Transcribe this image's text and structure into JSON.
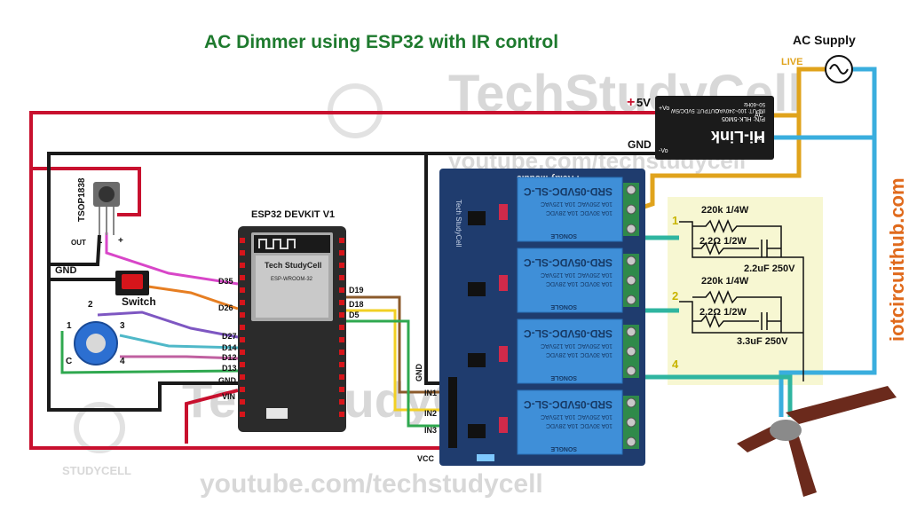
{
  "title": "AC Dimmer using ESP32 with IR control",
  "ac_supply": "AC Supply",
  "live_label": "LIVE",
  "plus5v_plus": "+",
  "plus5v_label": "5V",
  "gnd_top": "GND",
  "gnd_left": "GND",
  "gnd_relay": "GND",
  "tsop_label": "TSOP1838",
  "tsop_out": "OUT",
  "tsop_minus": "-",
  "tsop_plus": "+",
  "switch_label": "Switch",
  "esp_label": "ESP32 DEVKIT V1",
  "esp_chip_brand": "Tech StudyCell",
  "esp_chip_model": "ESP-WROOM-32",
  "pins_left": [
    "D35",
    "D26",
    "D27",
    "D14",
    "D12",
    "D13",
    "GND",
    "VIN"
  ],
  "pins_right": [
    "D19",
    "D18",
    "D5"
  ],
  "rotary_pins": [
    "1",
    "2",
    "3",
    "4",
    "C"
  ],
  "relay_inputs": [
    "IN1",
    "IN2",
    "IN3"
  ],
  "vcc_label": "VCC",
  "relay_module_label": "4 Relay Module",
  "relay_brand": "Tech StudyCell",
  "relay_part": "SRD-05VDC-SL-C",
  "relay_specs": [
    "10A 250VAC 10A 125VAC",
    "10A 30VDC 10A 28VDC"
  ],
  "relay_maker": "SONGLE",
  "hilink": {
    "logo": "Hi-Link",
    "model": "P/N: HLK-5M05",
    "input": "INPUT: 100~240VAC",
    "freq": "50~60Hz",
    "output": "OUTPUT: 5VDC/5W",
    "ac1": "AC",
    "ac2": "AC",
    "vo_plus": "+Vo",
    "vo_minus": "-Vo"
  },
  "capacitor_box": {
    "n1": "1",
    "n2": "2",
    "n4": "4",
    "r1_top": "220k 1/4W",
    "r1_bot": "2.2Ω 1/2W",
    "c1": "2.2uF 250V",
    "r2_top": "220k 1/4W",
    "r2_bot": "2.2Ω 1/2W",
    "c2": "3.3uF 250V"
  },
  "watermark_main": "TechStudyCell",
  "watermark_url": "youtube.com/techstudycell",
  "watermark_logo_text": "STUDYCELL",
  "side_url": "iotcircuithub.com",
  "colors": {
    "title": "#1e7a2e",
    "red_wire": "#c8102e",
    "black_wire": "#1a1a1a",
    "live_wire": "#e0a31c",
    "neutral_wire": "#3aaede",
    "relay_blue": "#3f8fd8",
    "relay_board": "#1f3c6e",
    "cap_box": "#f7f7d2",
    "side_url": "#e06a1c"
  }
}
